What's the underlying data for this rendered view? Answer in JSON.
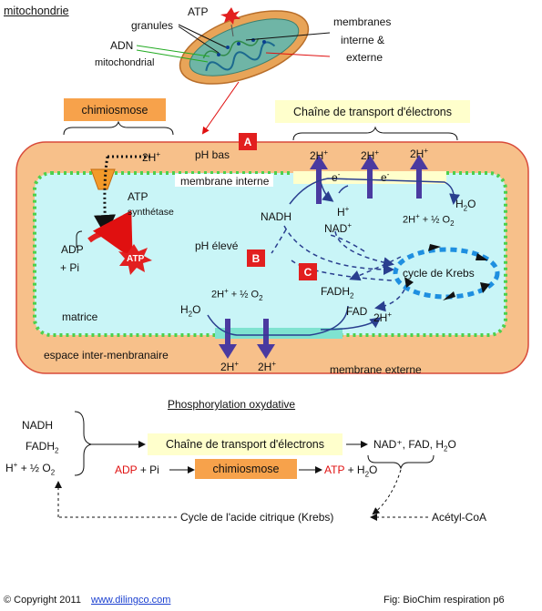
{
  "title": "mitochondrie",
  "top_labels": {
    "atp": "ATP",
    "granules": "granules",
    "adn": "ADN",
    "mito": "mitochondrial",
    "membranes": "membranes",
    "interne": "interne &",
    "externe": "externe"
  },
  "boxes": {
    "chimiosmose": "chimiosmose",
    "chaine": "Chaîne de transport d'électrons"
  },
  "badges": {
    "a": "A",
    "b": "B",
    "c": "C"
  },
  "cell": {
    "ph_bas": "pH bas",
    "membrane_interne": "membrane interne",
    "atp_synthetase_1": "ATP",
    "atp_synthetase_2": "synthétase",
    "adp": "ADP",
    "pi": "+ Pi",
    "atp_star": "ATP",
    "ph_eleve": "pH élevé",
    "matrice": "matrice",
    "espace": "espace inter-menbranaire",
    "membrane_externe": "membrane externe",
    "nadh": "NADH",
    "h_plus": "H",
    "nad_plus": "NAD",
    "fadh": "FADH",
    "fad": "FAD",
    "krebs": "cycle de Krebs",
    "h2o": "H",
    "two_h": "2H",
    "half_o2": "+ ½ O",
    "e_minus": "e"
  },
  "summary": {
    "title": "Phosphorylation oxydative",
    "nadh": "NADH",
    "fadh": "FADH",
    "h_o2_a": "H",
    "h_o2_b": "+  ½ O",
    "chaine": "Chaîne de transport d'électrons",
    "products": "NAD⁺, FAD, H",
    "adp_pi_a": "ADP",
    "adp_pi_b": "+ Pi",
    "chimiosmose": "chimiosmose",
    "atp_h2o_a": "ATP",
    "atp_h2o_b": "+ H",
    "cycle": "Cycle de l'acide citrique (Krebs)",
    "acetyl": "Acétyl-CoA"
  },
  "footer": {
    "copyright": "© Copyright 2011",
    "link": "www.dilingco.com",
    "fig": "Fig: BioChim respiration p6"
  },
  "colors": {
    "outer_membrane": "#f7c08a",
    "outer_border": "#d84a3a",
    "matrix": "#c9f5f7",
    "inner_dots": "#4cd04c",
    "arrow_blue": "#4a3aa0",
    "dashed_blue": "#2a3f8f",
    "krebs_cycle": "#1e8fe0",
    "atp_red": "#e21f1f"
  }
}
